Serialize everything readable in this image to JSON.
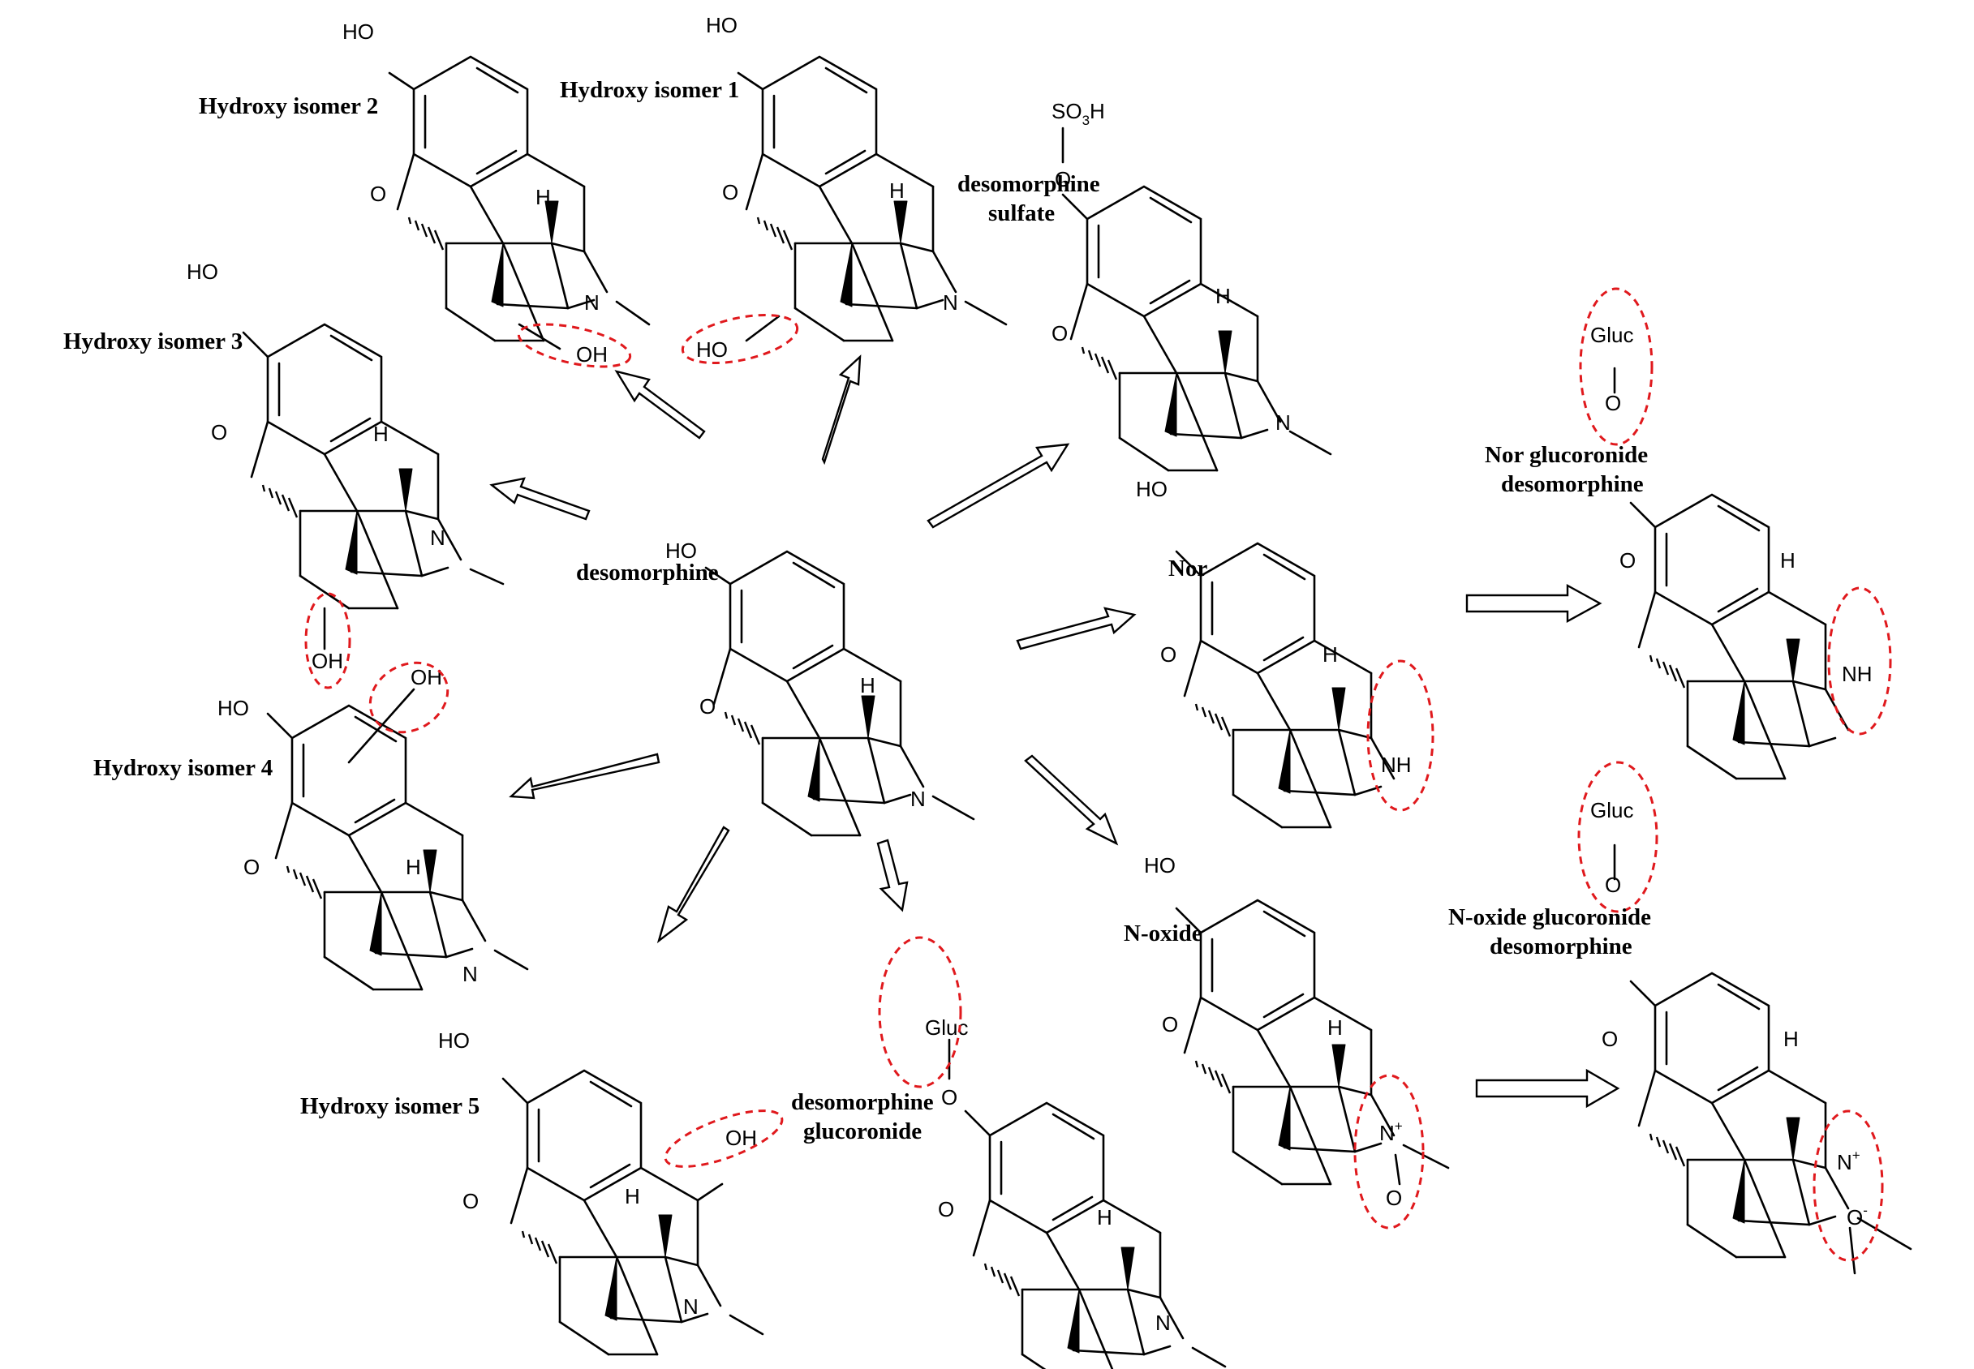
{
  "atoms": {
    "ho": "HO",
    "o": "O",
    "h": "H",
    "n": "N",
    "nh": "NH",
    "oh": "OH",
    "gluc": "Gluc",
    "so3h_prefix": "SO",
    "so3h_sub": "3",
    "so3h_suffix": "H",
    "n_plus": "+",
    "o_minus": "-"
  },
  "labels": {
    "desomorphine": "desomorphine",
    "hydroxy_isomer_1": "Hydroxy isomer 1",
    "hydroxy_isomer_2": "Hydroxy isomer 2",
    "hydroxy_isomer_3": "Hydroxy isomer 3",
    "hydroxy_isomer_4": "Hydroxy isomer 4",
    "hydroxy_isomer_5": "Hydroxy isomer 5",
    "desomorphine_sulfate_1": "desomorphine",
    "desomorphine_sulfate_2": "sulfate",
    "nor": "Nor",
    "nor_glucoronide_1": "Nor glucoronide",
    "nor_glucoronide_2": "desomorphine",
    "n_oxide": "N-oxide",
    "n_oxide_glucoronide_1": "N-oxide glucoronide",
    "n_oxide_glucoronide_2": "desomorphine",
    "desomorphine_glucoronide_1": "desomorphine",
    "desomorphine_glucoronide_2": "glucoronide"
  },
  "colors": {
    "bond": "#000000",
    "highlight": "#e0191d",
    "arrow_fill": "#ffffff"
  }
}
